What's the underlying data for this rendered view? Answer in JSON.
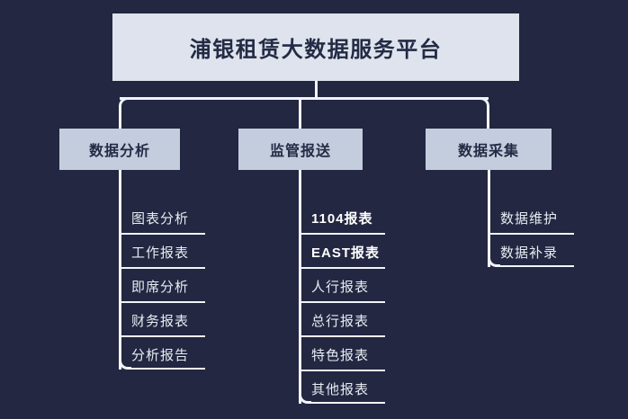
{
  "colors": {
    "background": "#232741",
    "root_box_fill": "#dfe3ed",
    "level2_box_fill": "#c3cdde",
    "box_text": "#232b45",
    "connector": "#f2f4f8",
    "leaf_text": "#e8ebf2",
    "leaf_text_strong": "#ffffff"
  },
  "diagram": {
    "type": "organization-tree",
    "root": {
      "label": "浦银租赁大数据服务平台"
    },
    "branches": [
      {
        "label": "数据分析",
        "leaves": [
          {
            "label": "图表分析",
            "emphasis": false
          },
          {
            "label": "工作报表",
            "emphasis": false
          },
          {
            "label": "即席分析",
            "emphasis": false
          },
          {
            "label": "财务报表",
            "emphasis": false
          },
          {
            "label": "分析报告",
            "emphasis": false
          }
        ]
      },
      {
        "label": "监管报送",
        "leaves": [
          {
            "label": "1104报表",
            "emphasis": true
          },
          {
            "label": "EAST报表",
            "emphasis": true
          },
          {
            "label": "人行报表",
            "emphasis": false
          },
          {
            "label": "总行报表",
            "emphasis": false
          },
          {
            "label": "特色报表",
            "emphasis": false
          },
          {
            "label": "其他报表",
            "emphasis": false
          }
        ]
      },
      {
        "label": "数据采集",
        "leaves": [
          {
            "label": "数据维护",
            "emphasis": false
          },
          {
            "label": "数据补录",
            "emphasis": false
          }
        ]
      }
    ]
  }
}
